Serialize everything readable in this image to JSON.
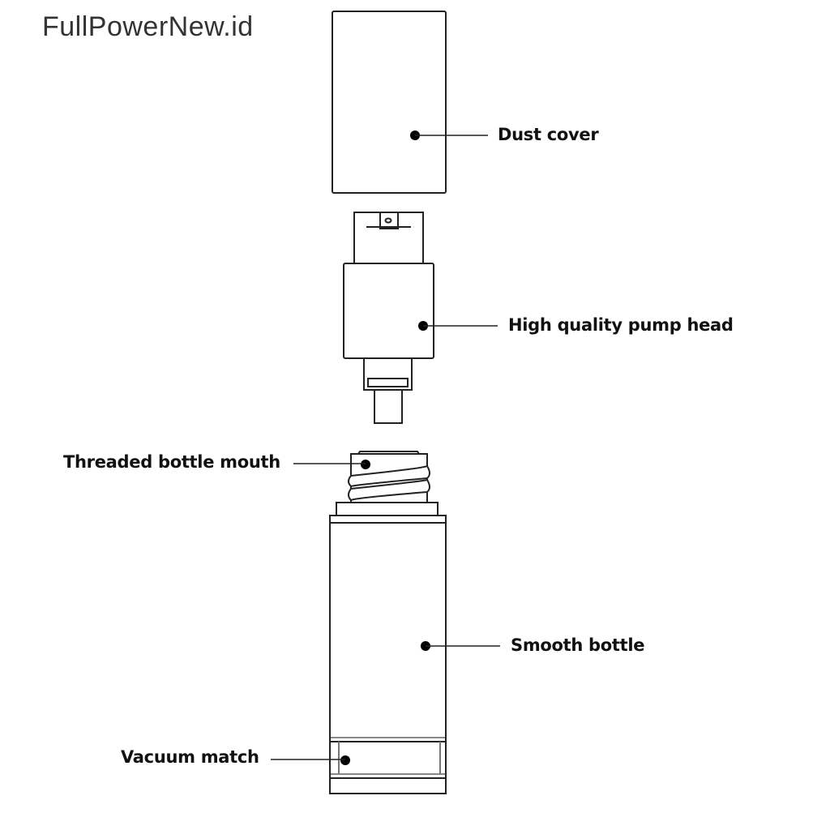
{
  "watermark": "FullPowerNew.id",
  "labels": {
    "dust_cover": "Dust cover",
    "pump_head": "High quality pump head",
    "threaded_mouth": "Threaded bottle mouth",
    "smooth_bottle": "Smooth bottle",
    "vacuum_match": "Vacuum match"
  },
  "colors": {
    "stroke": "#222222",
    "background": "#ffffff"
  }
}
